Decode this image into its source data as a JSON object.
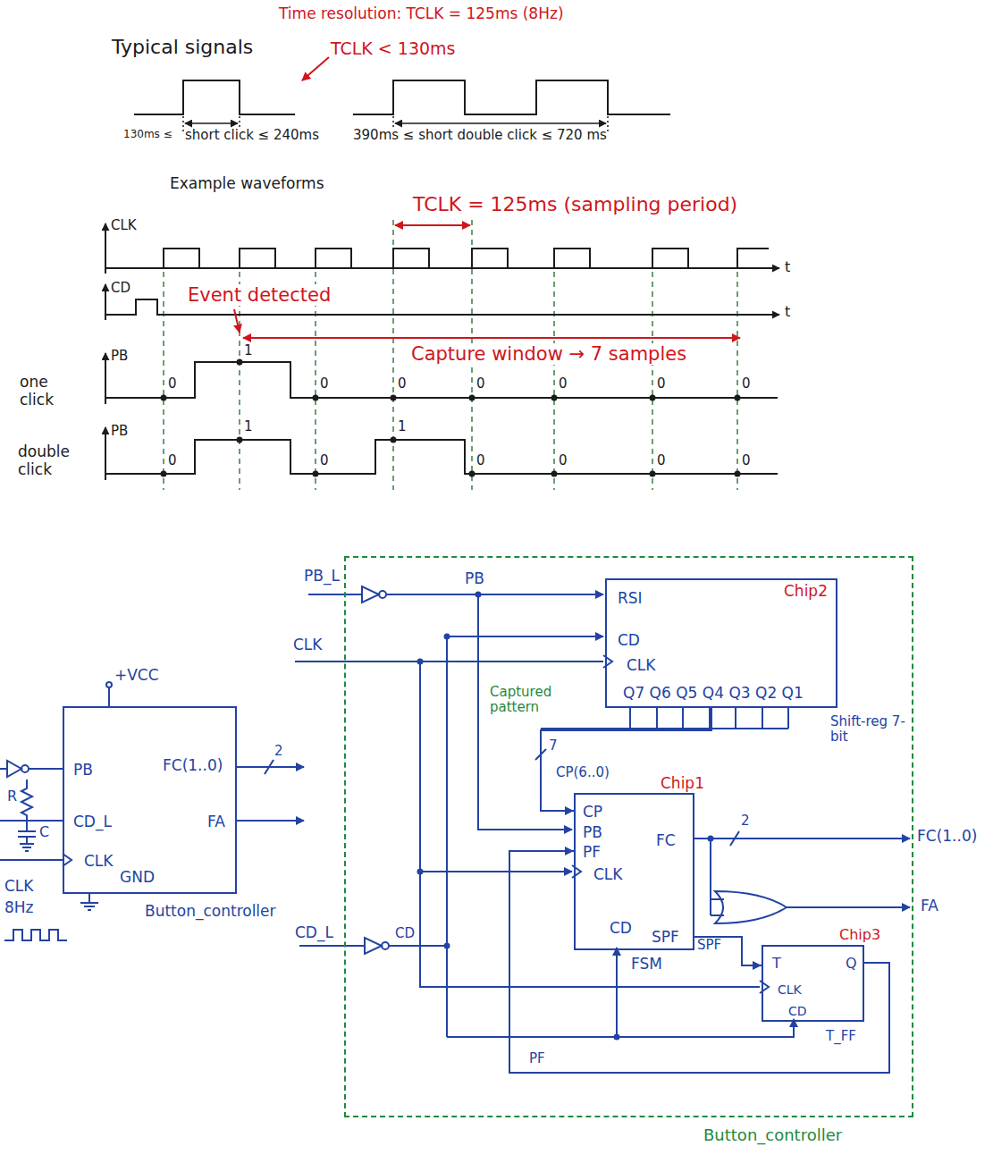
{
  "diagram": {
    "nodes": [
      {
        "text": [
          "Button_controller"
        ]
      },
      {
        "text": [
          "Chip2",
          "RSI",
          "CD",
          "CLK",
          "Q7 Q6 Q5 Q4 Q3 Q2 Q1",
          "Shift-reg 7-bit"
        ],
        "in": 0
      },
      {
        "text": [
          "Chip1",
          "CP",
          "PB",
          "PF",
          "CLK",
          "FC",
          "CD",
          "SPF",
          "FSM"
        ],
        "in": 0
      },
      {
        "text": [
          "Chip3",
          "T",
          "Q",
          "CLK",
          "CD",
          "T_FF"
        ],
        "in": 0
      },
      {
        "text": [
          "PB",
          "FC(1..0)",
          "CD_L",
          "FA",
          "CLK",
          "GND",
          "Button_controller"
        ]
      }
    ],
    "edges": [
      {
        "from": 1,
        "to": 2,
        "arrow": "to"
      },
      {
        "from": 2,
        "to": 3,
        "label": "SPF",
        "arrow": "to"
      },
      {
        "from": 3,
        "to": 2,
        "label": "PF",
        "arrow": "to"
      }
    ],
    "labels": [
      "Time resolution: TCLK = 125ms (8Hz)",
      "Typical signals",
      "TCLK < 130ms",
      "130ms ≤",
      "short click ≤ 240ms",
      "390ms ≤ short double click ≤ 720 ms",
      "Example waveforms",
      "TCLK = 125ms (sampling period)",
      "CLK",
      "t",
      "CD",
      "Event detected",
      "t",
      "PB",
      "Capture window → 7 samples",
      "one click",
      "0",
      "1",
      "0",
      "0",
      "0",
      "0",
      "0",
      "0",
      "double click",
      "PB",
      "0",
      "1",
      "0",
      "1",
      "0",
      "0",
      "0",
      "0",
      "+VCC",
      "R",
      "C",
      "2",
      "CLK",
      "8Hz",
      "PB_L",
      "PB",
      "CLK",
      "Captured pattern",
      "7",
      "CP(6..0)",
      "2",
      "FC(1..0)",
      "FA",
      "CD_L",
      "CD"
    ]
  }
}
